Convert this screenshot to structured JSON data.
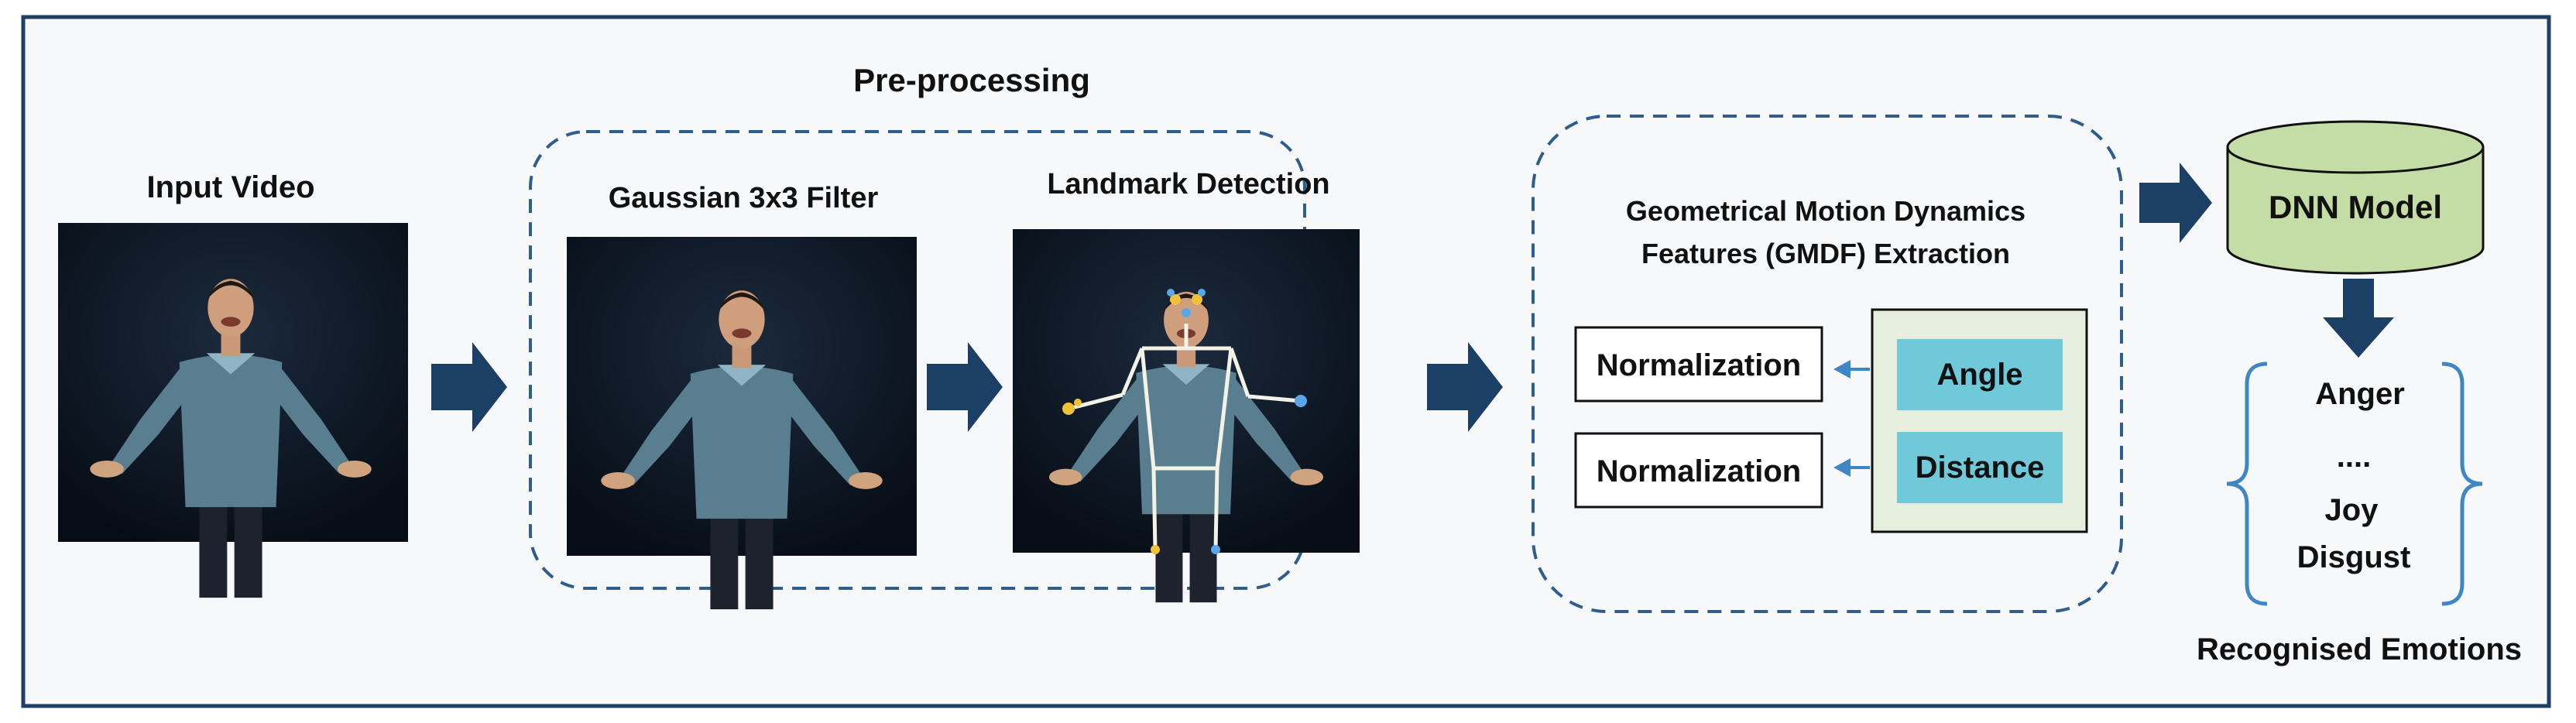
{
  "labels": {
    "input_video": "Input Video",
    "preprocessing": "Pre-processing",
    "gaussian_filter": "Gaussian 3x3 Filter",
    "landmark_detection": "Landmark Detection",
    "gmdf_line1": "Geometrical Motion Dynamics",
    "gmdf_line2": "Features (GMDF) Extraction",
    "normalization_1": "Normalization",
    "normalization_2": "Normalization",
    "angle": "Angle",
    "distance": "Distance",
    "dnn_model": "DNN Model",
    "recognised_emotions": "Recognised Emotions"
  },
  "emotions": [
    {
      "text": "Anger",
      "color": "#111111"
    },
    {
      "text": "....",
      "color": "#111111"
    },
    {
      "text": "Joy",
      "color": "#b03a2e"
    },
    {
      "text": "Disgust",
      "color": "#111111"
    }
  ],
  "colors": {
    "frame_border": "#1f3f66",
    "arrow": "#1c3f66",
    "dashed_border": "#2f5d8c",
    "feature_box_fill": "#e6eedd",
    "feature_fill": "#6fc9d9",
    "cylinder_fill": "#c4dca5",
    "brace": "#3f86c4",
    "photo_background": "#0c1624",
    "sweater": "#587e90"
  }
}
